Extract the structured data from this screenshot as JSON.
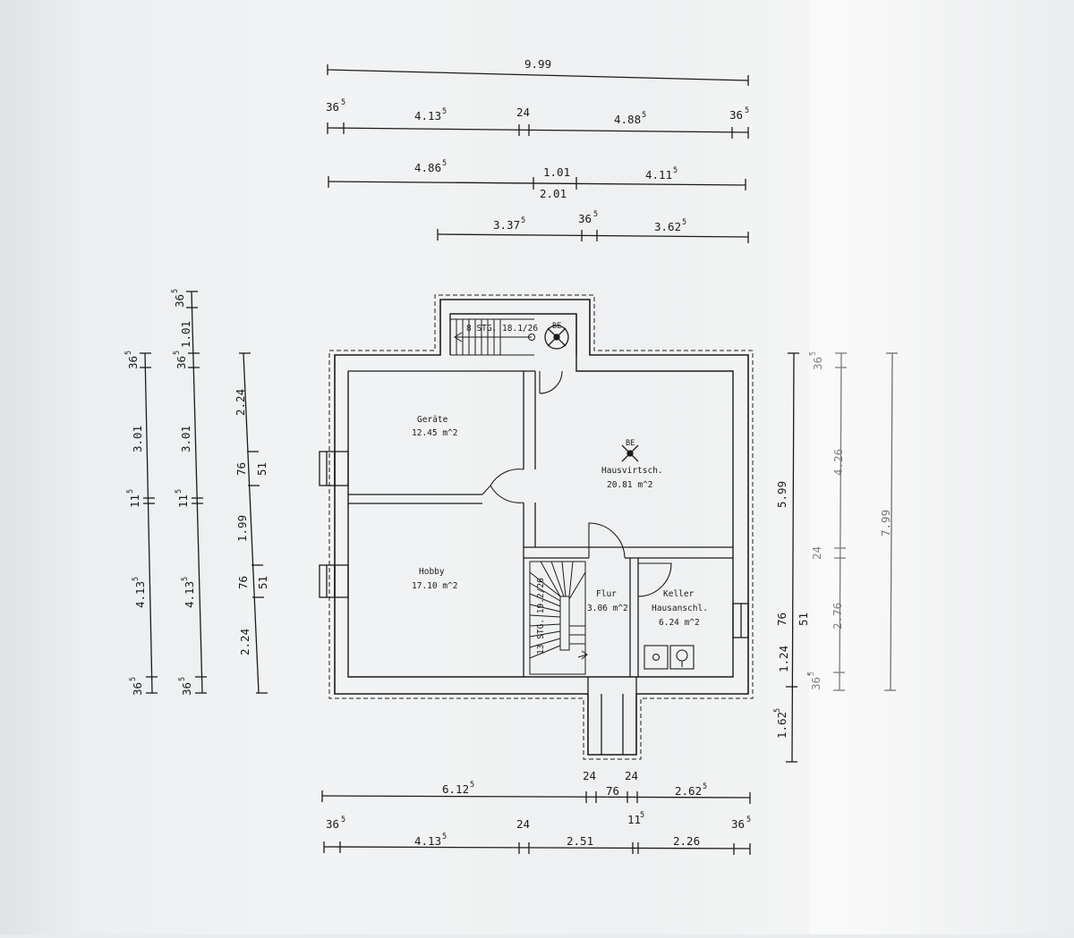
{
  "top_dimensions": {
    "row1": {
      "total": "9.99"
    },
    "row2": [
      "36",
      "4.13",
      "24",
      "4.88",
      "36"
    ],
    "row2_sup": [
      "5",
      "5",
      "",
      "5",
      "5"
    ],
    "row3": [
      "4.86",
      "1.01",
      "2.01",
      "4.11"
    ],
    "row3_sup": [
      "5",
      "",
      "",
      "5"
    ],
    "row4": [
      "3.37",
      "36",
      "3.62"
    ],
    "row4_sup": [
      "5",
      "5",
      "5"
    ]
  },
  "bottom_dimensions": {
    "row1": [
      "6.12",
      "24",
      "76",
      "24",
      "2.62"
    ],
    "row1_sup": [
      "5",
      "",
      "",
      "",
      "5"
    ],
    "row2": [
      "36",
      "4.13",
      "24",
      "2.51",
      "11",
      "2.26",
      "36"
    ],
    "row2_sup": [
      "5",
      "5",
      "",
      "",
      "5",
      "",
      "5"
    ]
  },
  "left_dimensions": {
    "col1": [
      "36",
      "3.01",
      "11",
      "4.13",
      "36"
    ],
    "col1_sup": [
      "5",
      "",
      "5",
      "5",
      "5"
    ],
    "col2": [
      "36",
      "1.01",
      "36",
      "3.01",
      "11",
      "4.13",
      "36"
    ],
    "col2_sup": [
      "5",
      "",
      "5",
      "",
      "5",
      "5",
      "5"
    ],
    "col3": [
      "2.24",
      "76",
      "51",
      "1.99",
      "76",
      "51",
      "2.24"
    ]
  },
  "right_dimensions": {
    "col1": [
      "5.99",
      "1.62"
    ],
    "col1_sup": [
      "",
      "5"
    ],
    "col2": [
      "36",
      "4.26",
      "24",
      "2.76",
      "76",
      "51",
      "1.24",
      "36"
    ],
    "col2_sup": [
      "5",
      "",
      "",
      "",
      "",
      "",
      "",
      "5"
    ],
    "col3": [
      "7.99"
    ]
  },
  "rooms": [
    {
      "name": "Geräte",
      "area": "12.45 m^2"
    },
    {
      "name": "Hausvirtsch.",
      "area": "20.81 m^2"
    },
    {
      "name": "Hobby",
      "area": "17.10 m^2"
    },
    {
      "name": "Flur",
      "area": "3.06 m^2"
    },
    {
      "name": "Keller",
      "name2": "Hausanschl.",
      "area": "6.24 m^2"
    }
  ],
  "stairs": {
    "upper": "8 STG. 18.1/26",
    "lower": "13 STG. 19.2/26"
  },
  "symbols": {
    "ceiling_light_label": "BE"
  },
  "colors": {
    "ink": "#1b1b1b",
    "paper": "#eef0f1"
  }
}
